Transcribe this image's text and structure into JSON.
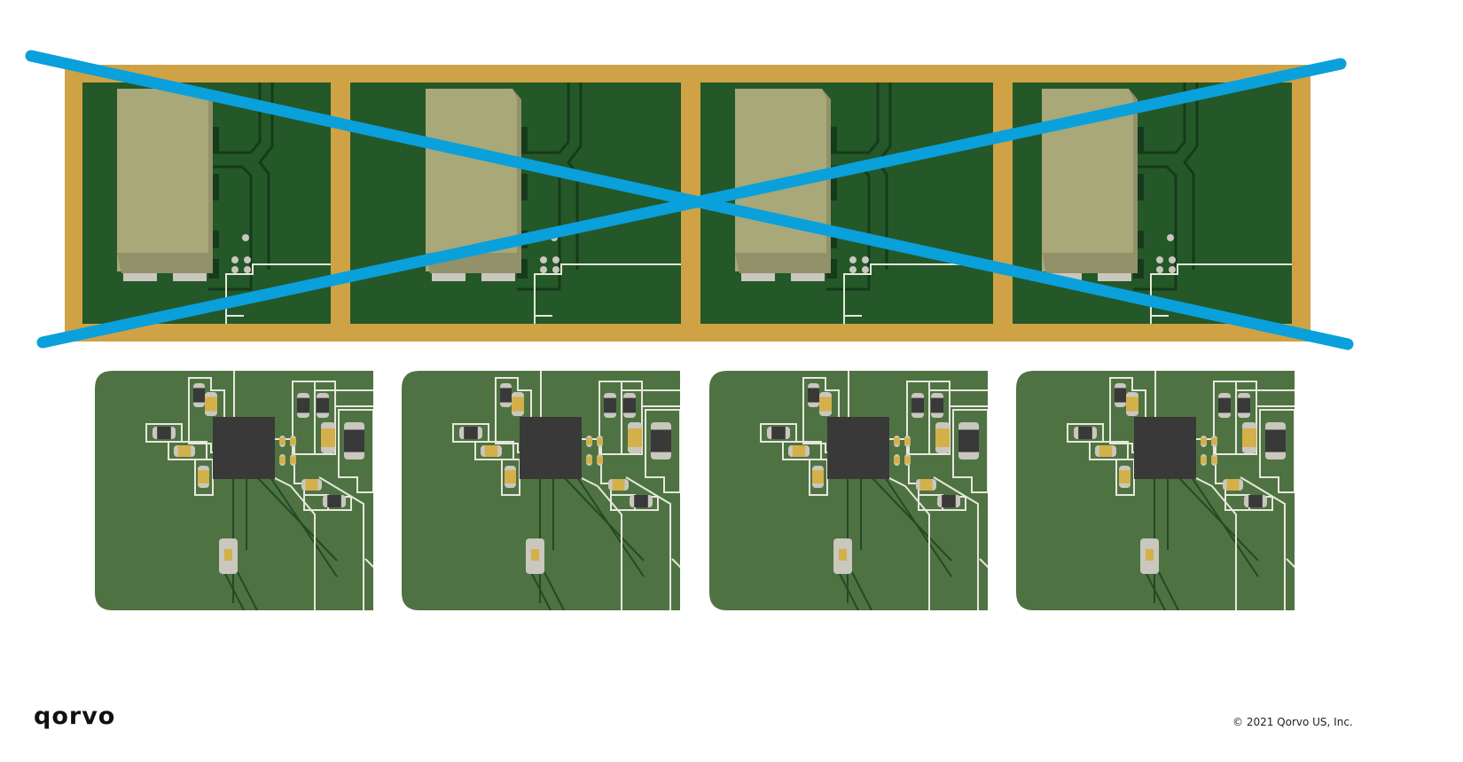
{
  "figure": {
    "description": "Comparison of panelized PCB layout: large four-module array crossed out versus four separate compact boards",
    "top_array": {
      "label": "rejected-panel-array",
      "module_count": 4,
      "crossed_out": true
    },
    "bottom_boards": {
      "label": "compact-boards",
      "board_count": 4
    }
  },
  "colors": {
    "frame_gold": "#CFA245",
    "panel_green_dark": "#245828",
    "board_green": "#4F7243",
    "component_khaki": "#A8A878",
    "component_khaki_side": "#92916A",
    "pad_grey": "#C9C7BE",
    "trace_dark": "#163A1C",
    "silkscreen": "#E6E8DC",
    "chip_black": "#393939",
    "cap_gold": "#D3B04A",
    "cross_blue": "#0AA0DB"
  },
  "footer": {
    "brand": "qorvo",
    "copyright": "© 2021 Qorvo US, Inc."
  }
}
